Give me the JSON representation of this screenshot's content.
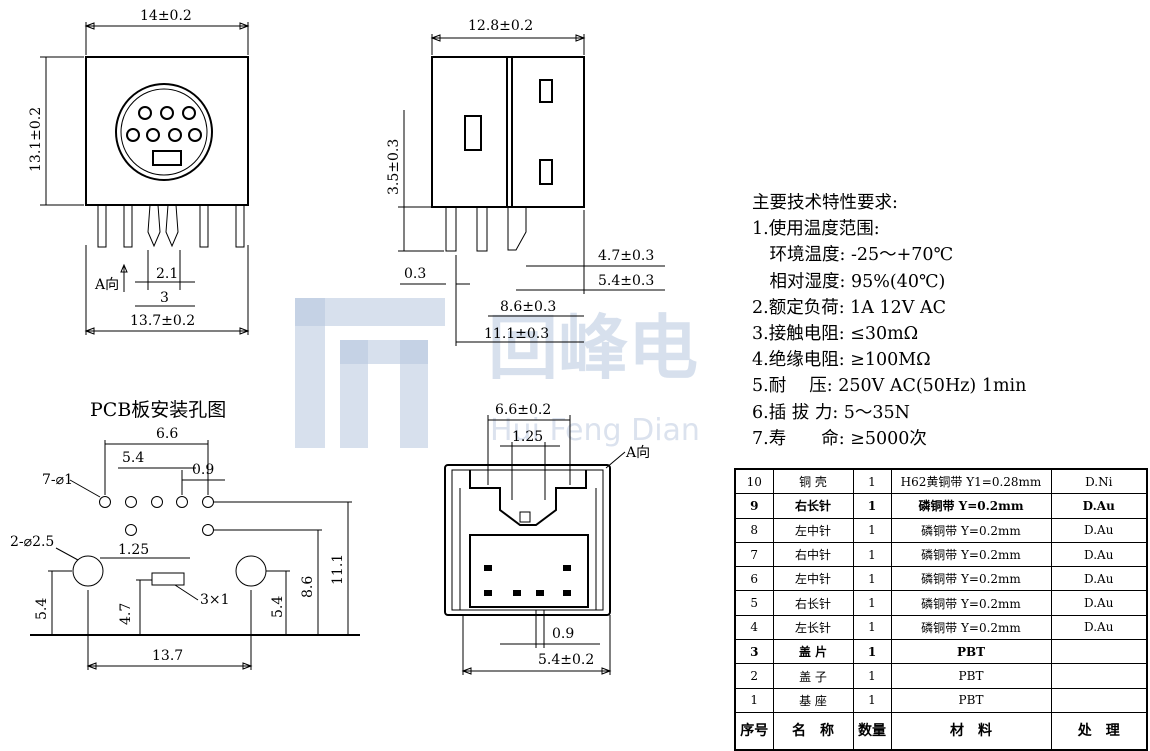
{
  "front_view": {
    "dim_width": "14±0.2",
    "dim_height": "13.1±0.2",
    "dim_pin_pitch": "2.1",
    "dim_pin_span": "3",
    "dim_base_width": "13.7±0.2",
    "direction_label": "A向"
  },
  "side_view": {
    "dim_depth": "12.8±0.2",
    "dim_pin_height": "3.5±0.3",
    "dim_pin_thickness": "0.3",
    "dim_a": "4.7±0.3",
    "dim_b": "5.4±0.3",
    "dim_c": "8.6±0.3",
    "dim_d": "11.1±0.3"
  },
  "pcb": {
    "title": "PCB板安装孔图",
    "dim_overall": "6.6",
    "dim_row": "5.4",
    "dim_col": "0.9",
    "hole_small": "7-⌀1",
    "hole_large": "2-⌀2.5",
    "dim_pitch": "1.25",
    "slot": "3×1",
    "dim_left_height": "5.4",
    "dim_slot_height": "4.7",
    "dim_right_height": "5.4",
    "dim_8_6": "8.6",
    "dim_11_1": "11.1",
    "dim_bottom": "13.7"
  },
  "bottom_view": {
    "dim_width": "6.6±0.2",
    "dim_pitch": "1.25",
    "direction_label": "A向",
    "dim_small": "0.9",
    "dim_base": "5.4±0.2"
  },
  "watermark": {
    "main": "回峰电",
    "sub": "Hui Feng Dian"
  },
  "specs": {
    "title": "主要技术特性要求:",
    "lines": [
      "1.使用温度范围:",
      "　环境温度: -25～+70℃",
      "　相对湿度: 95%(40℃)",
      "2.额定负荷: 1A 12V AC",
      "3.接触电阻: ≤30mΩ",
      "4.绝缘电阻: ≥100MΩ",
      "5.耐　 压: 250V AC(50Hz) 1min",
      "6.插 拔 力: 5～35N",
      "7.寿　　命: ≥5000次"
    ]
  },
  "bom": {
    "rows": [
      {
        "no": "10",
        "name": "铜 壳",
        "qty": "1",
        "material": "H62黄铜带 Y1=0.28mm",
        "treat": "D.Ni",
        "bold": false
      },
      {
        "no": "9",
        "name": "右长针",
        "qty": "1",
        "material": "磷铜带 Y=0.2mm",
        "treat": "D.Au",
        "bold": true
      },
      {
        "no": "8",
        "name": "左中针",
        "qty": "1",
        "material": "磷铜带 Y=0.2mm",
        "treat": "D.Au",
        "bold": false
      },
      {
        "no": "7",
        "name": "右中针",
        "qty": "1",
        "material": "磷铜带 Y=0.2mm",
        "treat": "D.Au",
        "bold": false
      },
      {
        "no": "6",
        "name": "左中针",
        "qty": "1",
        "material": "磷铜带 Y=0.2mm",
        "treat": "D.Au",
        "bold": false
      },
      {
        "no": "5",
        "name": "右长针",
        "qty": "1",
        "material": "磷铜带 Y=0.2mm",
        "treat": "D.Au",
        "bold": false
      },
      {
        "no": "4",
        "name": "左长针",
        "qty": "1",
        "material": "磷铜带 Y=0.2mm",
        "treat": "D.Au",
        "bold": false
      },
      {
        "no": "3",
        "name": "盖 片",
        "qty": "1",
        "material": "PBT",
        "treat": "",
        "bold": true
      },
      {
        "no": "2",
        "name": "盖 子",
        "qty": "1",
        "material": "PBT",
        "treat": "",
        "bold": false
      },
      {
        "no": "1",
        "name": "基 座",
        "qty": "1",
        "material": "PBT",
        "treat": "",
        "bold": false
      }
    ],
    "header": {
      "no": "序号",
      "name": "名　称",
      "qty": "数量",
      "material": "材　料",
      "treat": "处　理"
    }
  }
}
